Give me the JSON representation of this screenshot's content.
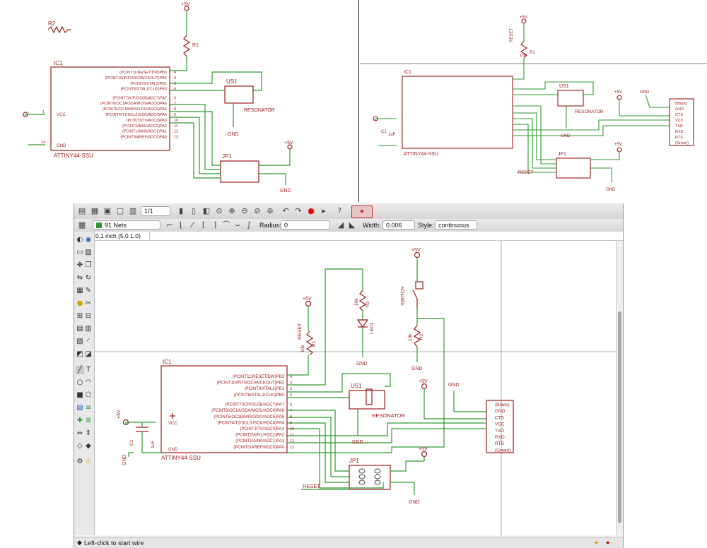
{
  "schematic_top_left": {
    "part": "IC1",
    "chip": "ATTINY44-SSU",
    "pins_right": [
      "(PCINT11/RESET/DW)PB3",
      "(PCINT10/INT0/OC0A/CKOUT)PB2",
      "(PCINT9/XTAL2)PB1",
      "(PCINT8/XTAL1/CLKI)PB0",
      "(PCINT7/ICP/OC0B/ADC7)PA7",
      "(PCINT6/OC1A/SDA/MOSI/ADC6)PA6",
      "(PCINT5/OC1B/MISO/DO/ADC5)PA5",
      "(PCINT4/T1/SCL/USCK/ADC4)PA4",
      "(PCINT3/T0/ADC3)PA3",
      "(PCINT2/AIN1/ADC2)PA2",
      "(PCINT1/AIN0/ADC1)PA1",
      "(PCINT0/AREF/ADC0)PA0"
    ],
    "pin_nums": [
      "4",
      "3",
      "2",
      "5",
      "6",
      "7",
      "8",
      "9",
      "10",
      "11",
      "12",
      "13"
    ],
    "vcc": "VCC",
    "gnd": "GND",
    "pin1": "1",
    "pin14": "14",
    "r1": "R1",
    "r2": "R2",
    "us1": "US1",
    "resonator": "RESONATOR",
    "jp1": "JP1",
    "plus5v": "+5V",
    "gndsym": "GND"
  },
  "schematic_top_right": {
    "part": "IC1",
    "chip": "ATTINY44-SSU",
    "reset": "RESET",
    "r1": "R1",
    "r1val": "10k",
    "us1": "US1",
    "resonator": "RESONATOR",
    "jp1": "JP1",
    "c1": "C1",
    "c1val": "1uF",
    "ftdi": [
      "(Black)",
      "GND",
      "CTS",
      "VCC",
      "TXD",
      "RXD",
      "RTS",
      "(Green)"
    ],
    "plus5v": "+5V",
    "gndsym": "GND"
  },
  "toolbar": {
    "page_value": "1/1",
    "nets_value": "91 Nets",
    "radius_label": "Radius:",
    "radius_value": "0",
    "width_label": "Width:",
    "width_value": "0.006",
    "style_label": "Style:",
    "style_value": "continuous",
    "coord_readout": "0.1 inch (5.0 1.0)"
  },
  "main": {
    "part": "IC1",
    "chip": "ATTINY44-SSU",
    "pins_right": [
      "(PCINT11/RESET/DW)PB3",
      "(PCINT10/INT0/OC0A/CKOUT)PB2",
      "(PCINT9/XTAL2)PB1",
      "(PCINT8/XTAL1/CLKI)PB0",
      "(PCINT7/ICP/OC0B/ADC7)PA7",
      "(PCINT6/OC1A/SDA/MOSI/ADC6)PA6",
      "(PCINT5/OC1B/MISO/DO/ADC5)PA5",
      "(PCINT4/T1/SCL/USCK/ADC4)PA4",
      "(PCINT3/T0/ADC3)PA3",
      "(PCINT2/AIN1/ADC2)PA2",
      "(PCINT1/AIN0/ADC1)PA1",
      "(PCINT0/AREF/ADC0)PA0"
    ],
    "pin_nums": [
      "4",
      "3",
      "2",
      "5",
      "6",
      "7",
      "8",
      "9",
      "10",
      "11",
      "12",
      "13"
    ],
    "vcc": "VCC",
    "gnd": "GND",
    "reset": "RESET",
    "r1": "R1",
    "r1val": "10k",
    "r2": "R2",
    "r2val": "10k",
    "r3": "R3",
    "r3val": "10k",
    "led": "LED1",
    "switch": "SWITCH",
    "us1": "US1",
    "resonator": "RESONATOR",
    "jp1": "JP1",
    "c1": "C1",
    "c1val": "1uF",
    "ftdi": [
      "(Black)",
      "GND",
      "CTS",
      "VCC",
      "TXD",
      "RXD",
      "RTS",
      "(Green)"
    ],
    "plus5v": "+5V",
    "gndsym": "GND"
  },
  "status": {
    "hint": "Left-click to start wire"
  }
}
